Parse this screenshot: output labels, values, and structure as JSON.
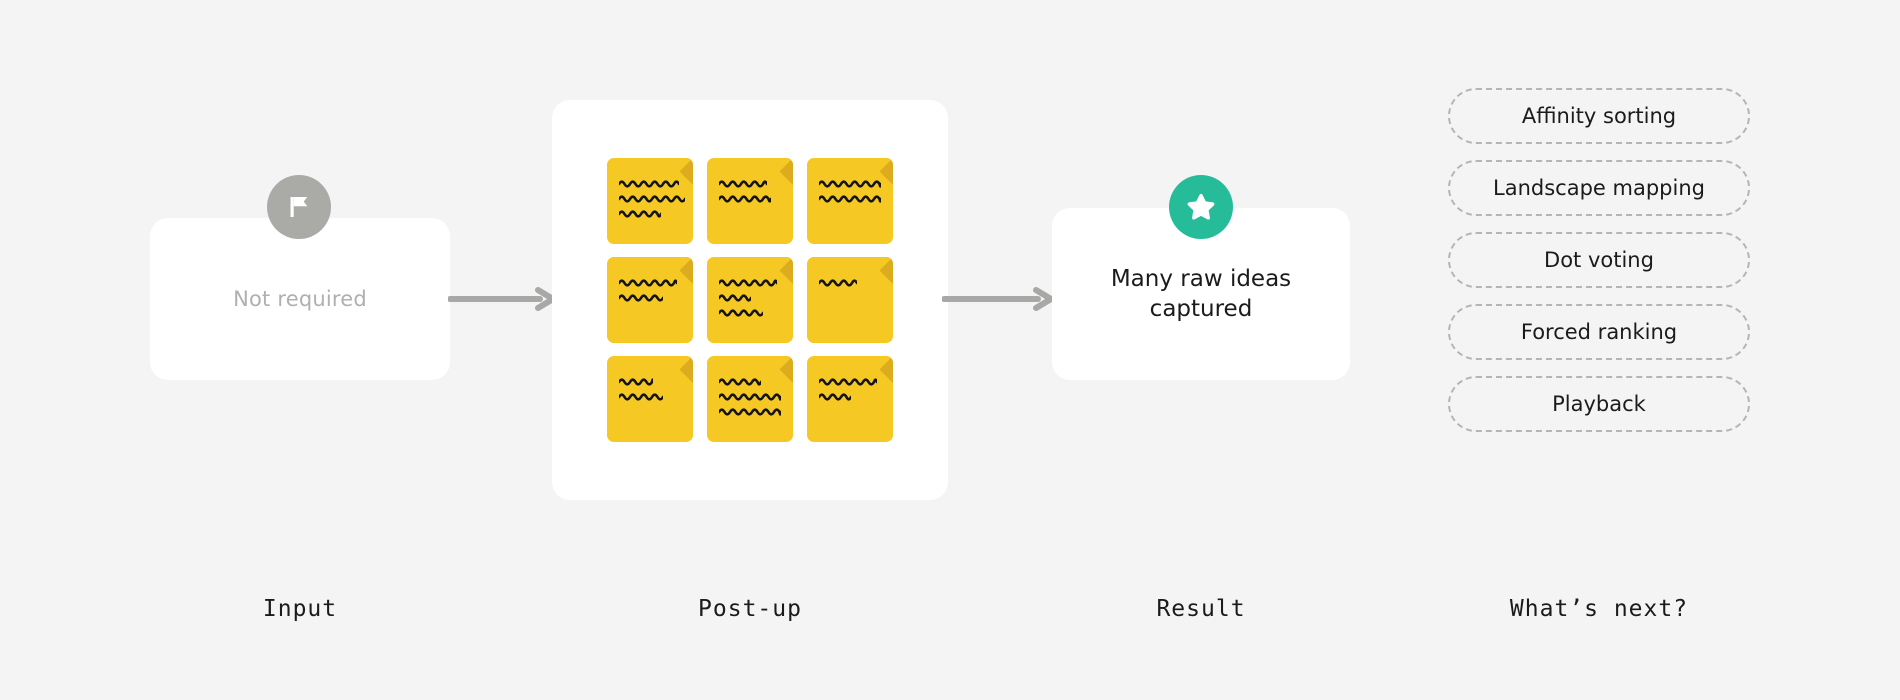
{
  "background_color": "#f4f4f4",
  "columns": {
    "input": {
      "caption": "Input",
      "card_text": "Not required",
      "badge_icon": "flag-icon",
      "badge_color": "#aaaaa7"
    },
    "postup": {
      "caption": "Post-up",
      "note_color": "#f5c823",
      "note_fold_color": "#dcab1e",
      "note_count": 9,
      "notes": [
        {
          "lines": [
            60,
            66,
            42
          ]
        },
        {
          "lines": [
            48,
            52
          ]
        },
        {
          "lines": [
            62,
            62
          ]
        },
        {
          "lines": [
            58,
            44
          ]
        },
        {
          "lines": [
            58,
            32,
            44
          ]
        },
        {
          "lines": [
            38
          ]
        },
        {
          "lines": [
            34,
            44
          ]
        },
        {
          "lines": [
            42,
            62,
            62
          ]
        },
        {
          "lines": [
            58,
            32
          ]
        }
      ]
    },
    "result": {
      "caption": "Result",
      "card_text": "Many raw ideas captured",
      "badge_icon": "star-icon",
      "badge_color": "#26bc9a"
    },
    "next": {
      "caption": "What’s next?",
      "items": [
        {
          "label": "Affinity sorting"
        },
        {
          "label": "Landscape mapping"
        },
        {
          "label": "Dot voting"
        },
        {
          "label": "Forced ranking"
        },
        {
          "label": "Playback"
        }
      ]
    }
  },
  "arrows": {
    "color": "#a8a8a6",
    "input_to_postup": "arrow-right-icon",
    "postup_to_result": "arrow-right-icon"
  }
}
